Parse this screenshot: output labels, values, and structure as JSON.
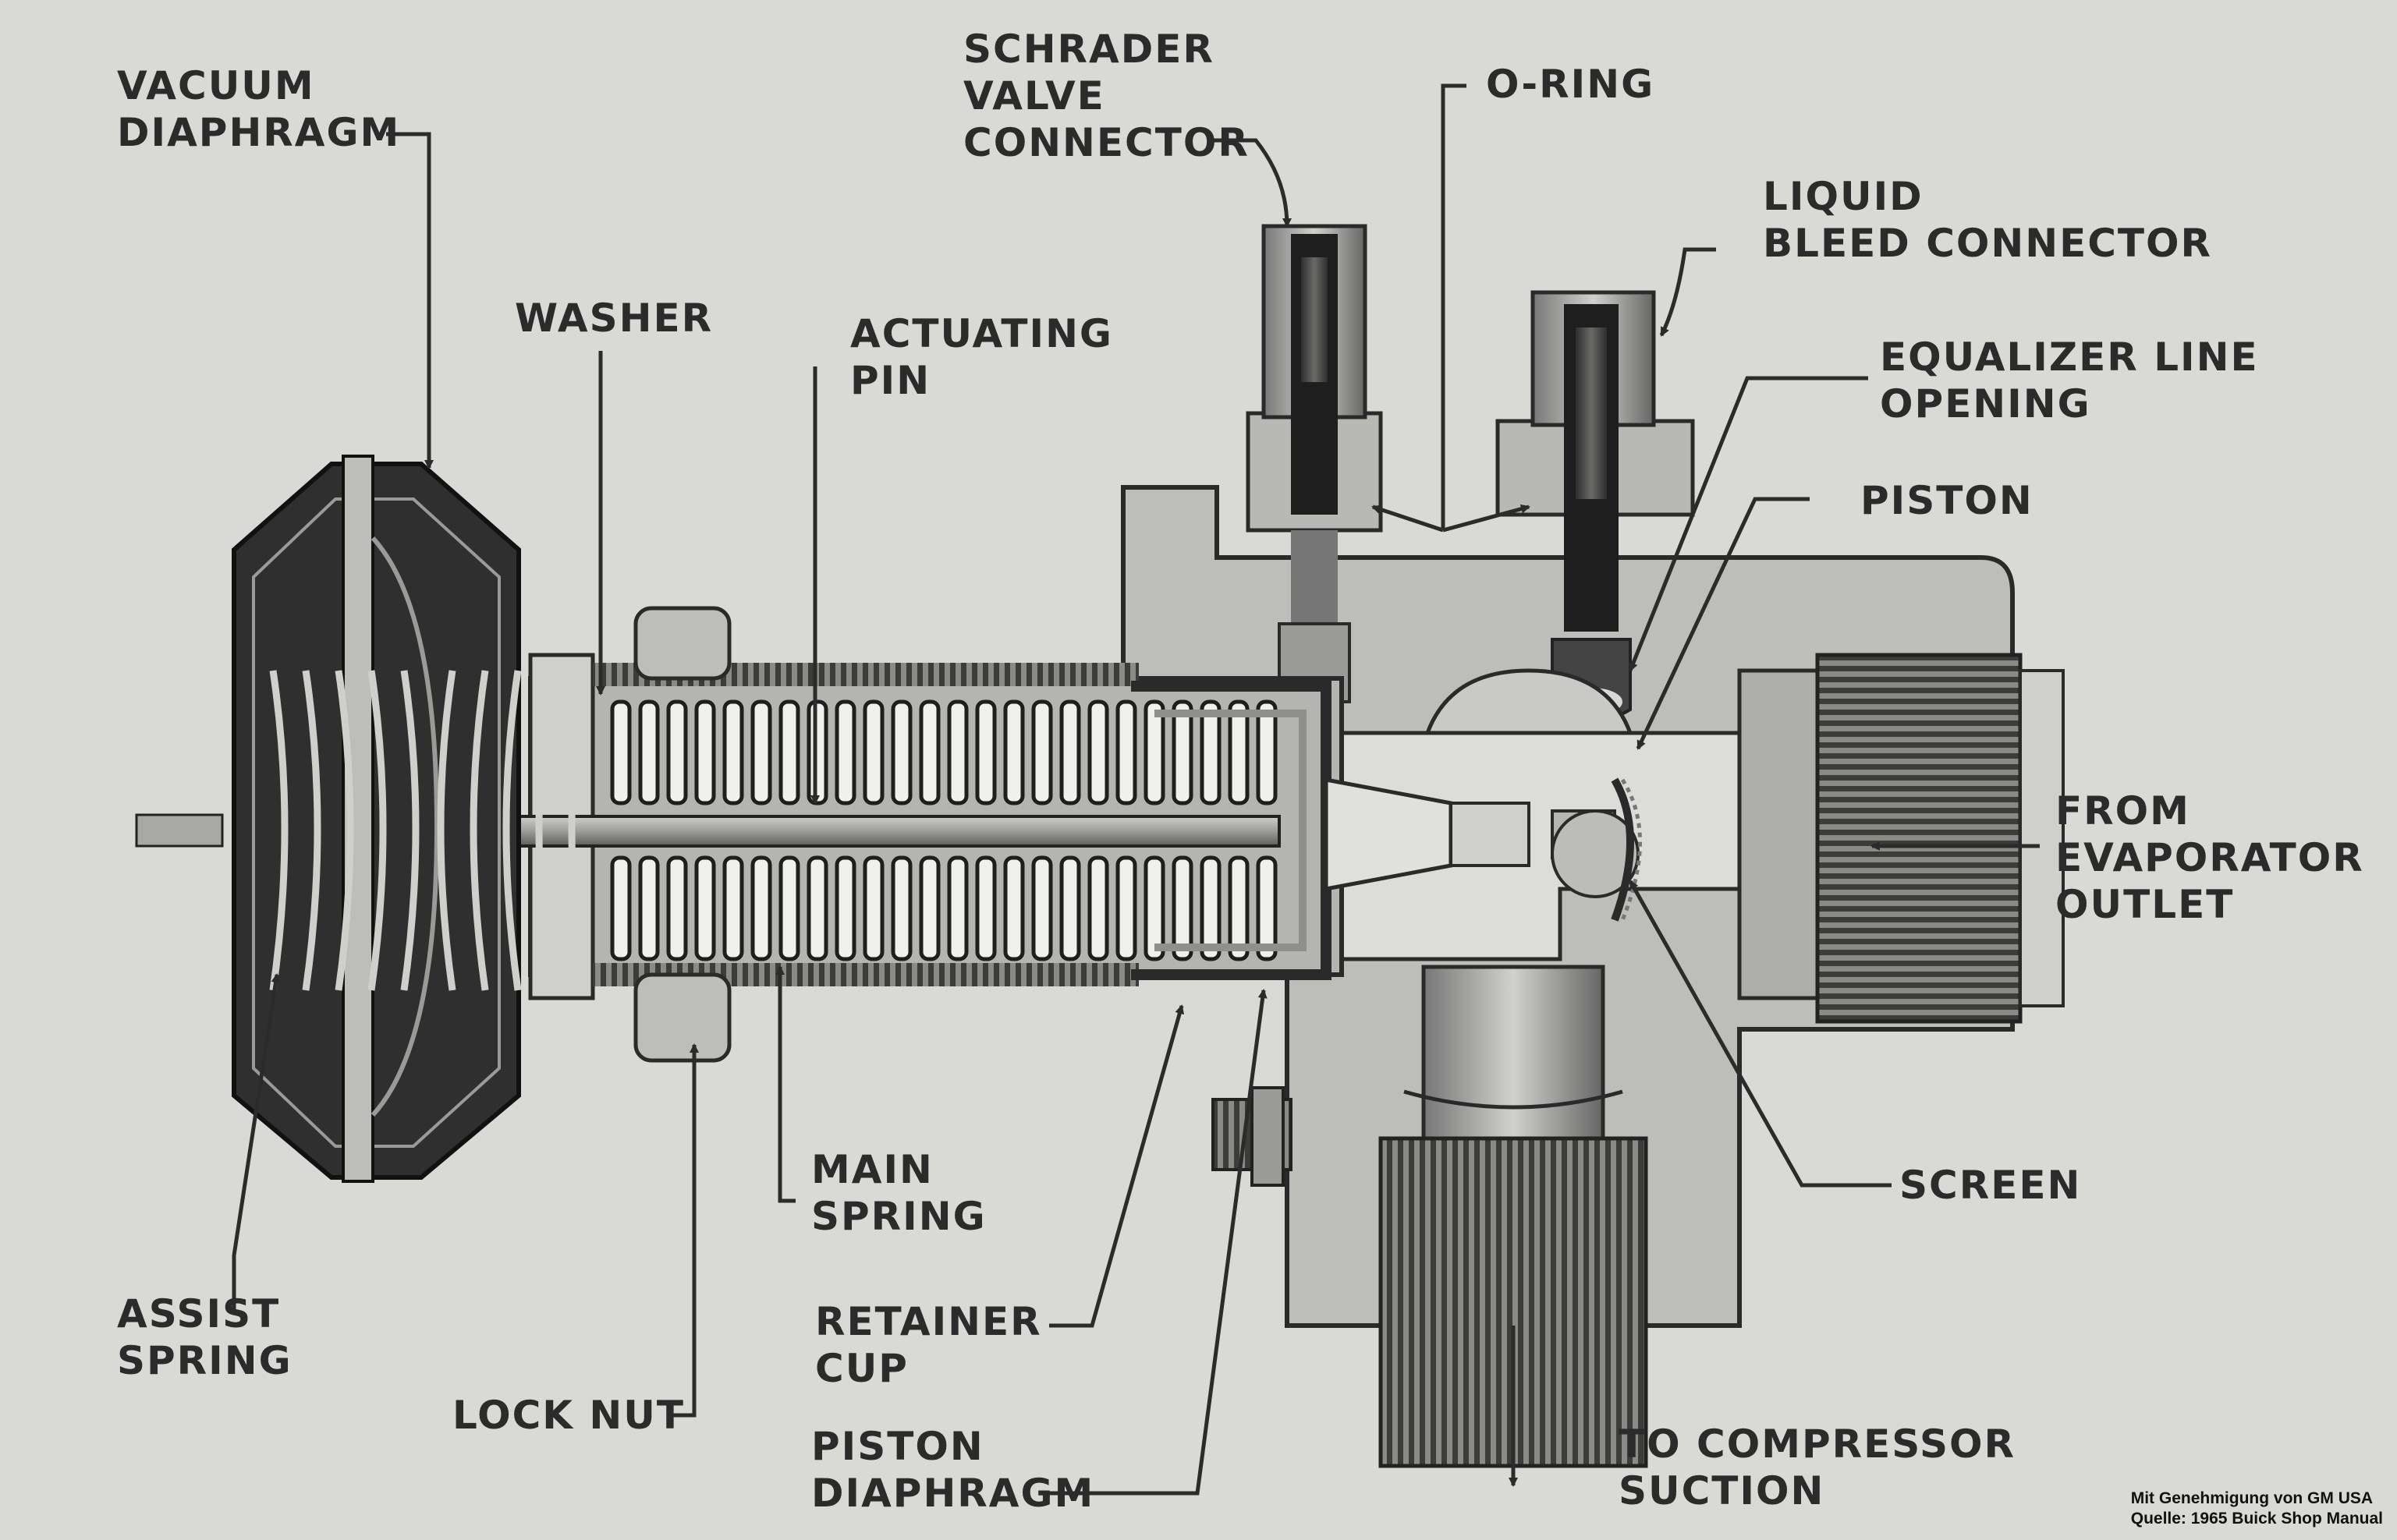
{
  "labels": {
    "vacuum_diaphragm": [
      "VACUUM",
      "DIAPHRAGM"
    ],
    "washer": "WASHER",
    "actuating_pin": [
      "ACTUATING",
      "PIN"
    ],
    "schrader_valve_connector": [
      "SCHRADER",
      "VALVE",
      "CONNECTOR"
    ],
    "o_ring": "O-RING",
    "liquid_bleed_connector": [
      "LIQUID",
      "BLEED CONNECTOR"
    ],
    "equalizer_line_opening": [
      "EQUALIZER LINE",
      "OPENING"
    ],
    "piston": "PISTON",
    "from_evaporator_outlet": [
      "FROM",
      "EVAPORATOR",
      "OUTLET"
    ],
    "screen": "SCREEN",
    "to_compressor_suction": [
      "TO COMPRESSOR",
      "SUCTION"
    ],
    "piston_diaphragm": [
      "PISTON",
      "DIAPHRAGM"
    ],
    "retainer_cup": [
      "RETAINER",
      "CUP"
    ],
    "main_spring": [
      "MAIN",
      "SPRING"
    ],
    "lock_nut": "LOCK NUT",
    "assist_spring": [
      "ASSIST",
      "SPRING"
    ]
  },
  "credit": [
    "Mit Genehmigung von GM USA",
    "Quelle: 1965 Buick Shop Manual"
  ],
  "colors": {
    "paper": "#d9d9d5",
    "ink": "#2b2b2b",
    "metal_dark": "#3a3a3a",
    "metal_mid": "#9a9a96",
    "metal_light": "#c8c8c4"
  }
}
